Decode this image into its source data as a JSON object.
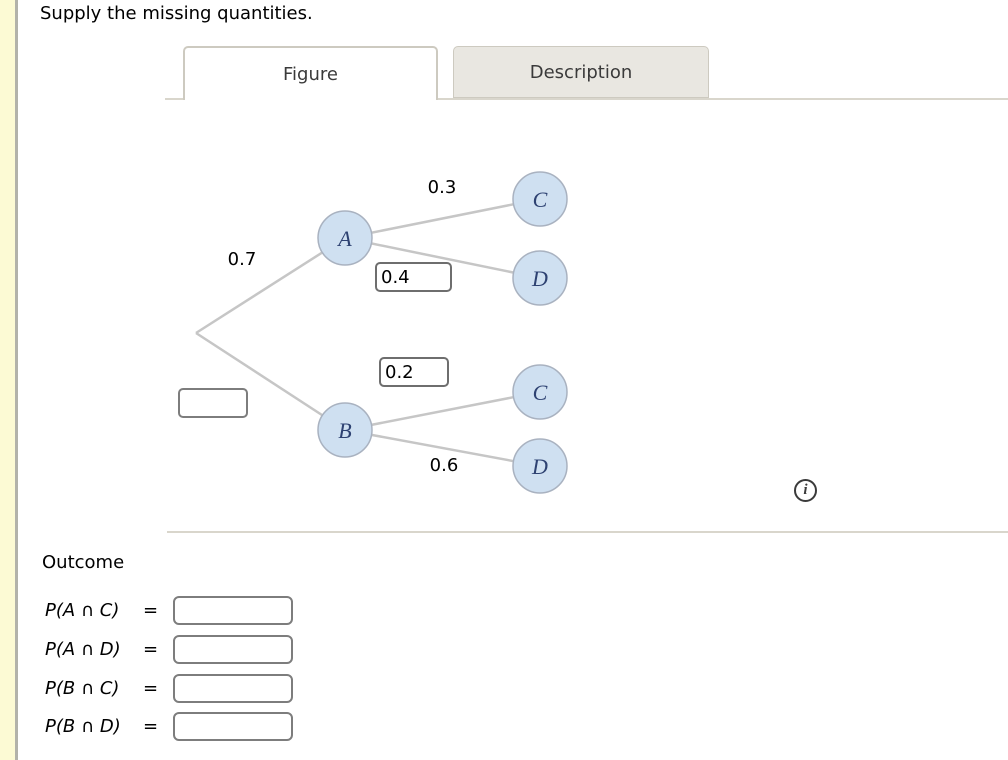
{
  "page": {
    "title": "Supply the missing quantities."
  },
  "tabs": {
    "figure": "Figure",
    "description": "Description"
  },
  "colors": {
    "node_fill": "#cfe0f1",
    "node_border": "#a9b2c0",
    "node_letter": "#2e4272",
    "branch_line": "#c6c6c6",
    "sidebar_strip": "#fcfad4",
    "inactive_tab_bg": "#e9e7e1"
  },
  "tree": {
    "nodes": {
      "a": "A",
      "b": "B",
      "c_top": "C",
      "d_top": "D",
      "c_bottom": "C",
      "d_bottom": "D"
    },
    "branch_labels": {
      "root_a": "0.7",
      "a_c": "0.3",
      "b_d": "0.6"
    },
    "branch_inputs": {
      "root_b": {
        "value": ""
      },
      "a_d": {
        "value": "0.4"
      },
      "b_c": {
        "value": "0.2"
      }
    }
  },
  "info_icon": {
    "glyph": "i"
  },
  "outcome": {
    "heading": "Outcome",
    "rows": [
      {
        "label": "P(A ∩ C)",
        "eq": "=",
        "value": ""
      },
      {
        "label": "P(A ∩ D)",
        "eq": "=",
        "value": ""
      },
      {
        "label": "P(B ∩ C)",
        "eq": "=",
        "value": ""
      },
      {
        "label": "P(B ∩ D)",
        "eq": "=",
        "value": ""
      }
    ]
  }
}
